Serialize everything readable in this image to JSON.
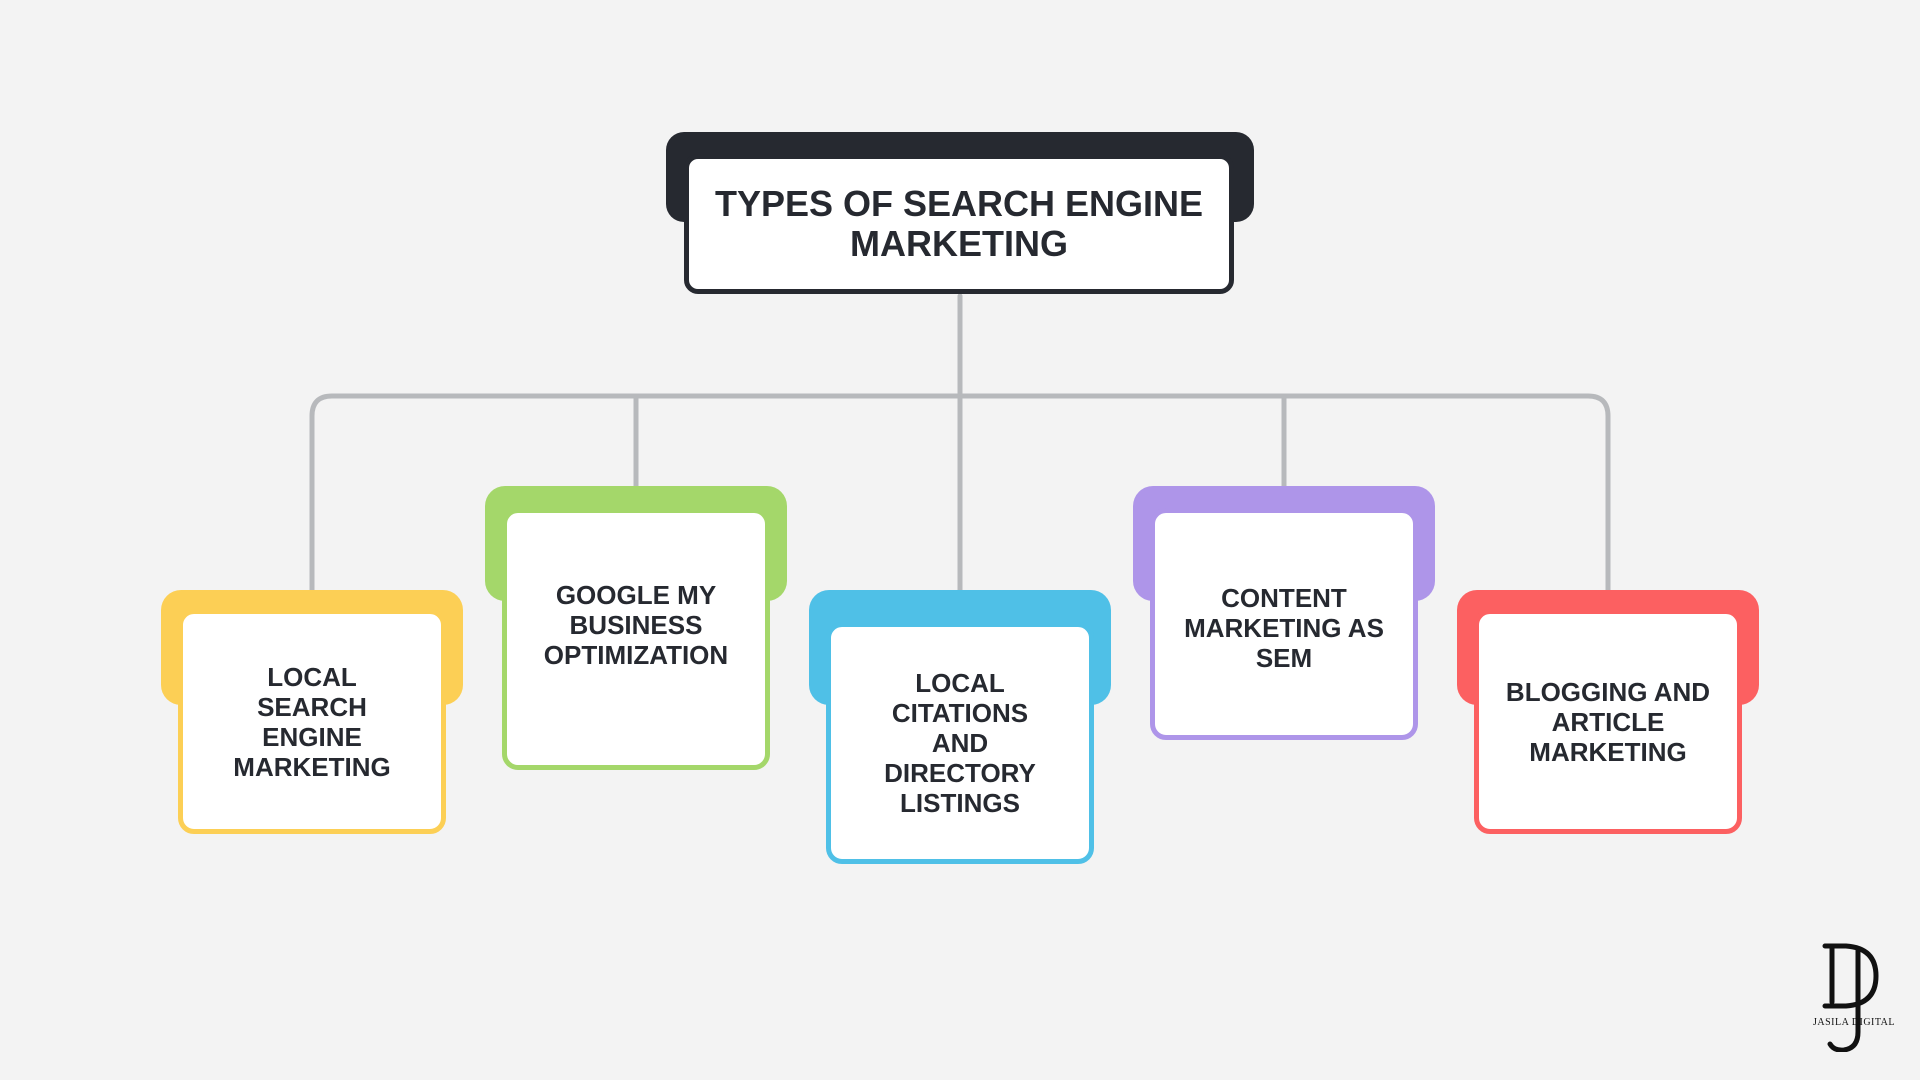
{
  "root": {
    "title": "TYPES OF SEARCH ENGINE MARKETING"
  },
  "nodes": [
    {
      "label": "LOCAL SEARCH ENGINE MARKETING",
      "color": "#fccf55"
    },
    {
      "label": "GOOGLE MY BUSINESS OPTIMIZATION",
      "color": "#a4d76a"
    },
    {
      "label": "LOCAL CITATIONS AND DIRECTORY LISTINGS",
      "color": "#4fc0e7"
    },
    {
      "label": "CONTENT MARKETING AS SEM",
      "color": "#ae95e9"
    },
    {
      "label": "BLOGGING AND ARTICLE MARKETING",
      "color": "#fc6061"
    }
  ],
  "logo": {
    "wordmark": "JASILA DIGITAL"
  },
  "colors": {
    "background": "#f3f3f3",
    "root": "#262930",
    "connector": "#b7b9bc",
    "text": "#262930"
  }
}
